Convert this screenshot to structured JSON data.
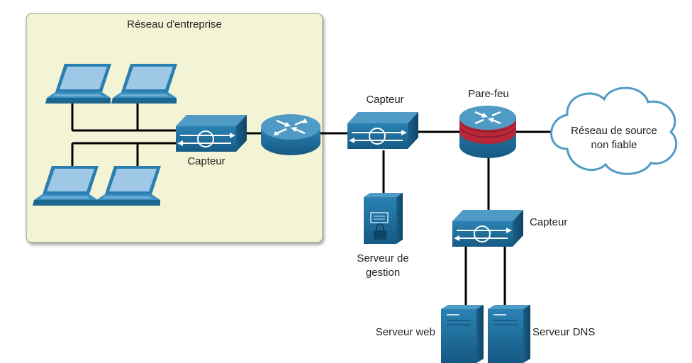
{
  "zone": {
    "title": "Réseau d'entreprise"
  },
  "cloud": {
    "line1": "Réseau de source",
    "line2": "non fiable"
  },
  "labels": {
    "sensor_lan": "Capteur",
    "sensor_dmz": "Capteur",
    "sensor_srv": "Capteur",
    "firewall": "Pare-feu",
    "mgmt_line1": "Serveur de",
    "mgmt_line2": "gestion",
    "web_server": "Serveur web",
    "dns_server": "Serveur DNS"
  },
  "colors": {
    "zone_fill": "#f3f3d5",
    "device_blue": "#1f6e9c",
    "device_top": "#4f9bc5",
    "device_dark": "#154e72",
    "laptop_screen": "#9ec8e6",
    "firewall_brick": "#b8283a",
    "link": "#000000"
  }
}
